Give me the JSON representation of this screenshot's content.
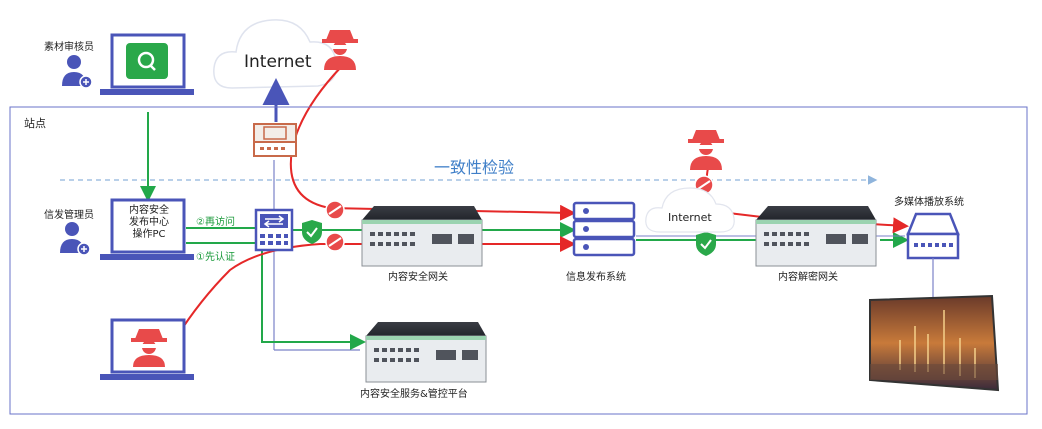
{
  "labels": {
    "reviewer": "素材审核员",
    "internet_top": "Internet",
    "site": "站点",
    "consistency_check": "一致性检验",
    "publisher_admin": "信发管理员",
    "pc_line1": "内容安全",
    "pc_line2": "发布中心",
    "pc_line3": "操作PC",
    "step2": "②再访问",
    "step1": "①先认证",
    "security_gateway": "内容安全网关",
    "info_publish_system": "信息发布系统",
    "internet_mid": "Internet",
    "decrypt_gateway": "内容解密网关",
    "multimedia_system": "多媒体播放系统",
    "service_platform": "内容安全服务&管控平台"
  },
  "colors": {
    "device_blue": "#4a55b8",
    "green_path": "#22a84a",
    "red_path": "#e52828",
    "arrow_blue": "#4a55b8",
    "dashed_blue": "#8fb4dc",
    "firewall_orange": "#c86a4a"
  },
  "icons": [
    "user-add-icon",
    "search-icon",
    "cloud-icon",
    "hacker-icon",
    "firewall-icon",
    "switch-icon",
    "shield-check-icon",
    "block-icon",
    "server-icon",
    "gateway-appliance-icon",
    "media-player-icon",
    "display-screen-icon",
    "laptop-icon"
  ]
}
